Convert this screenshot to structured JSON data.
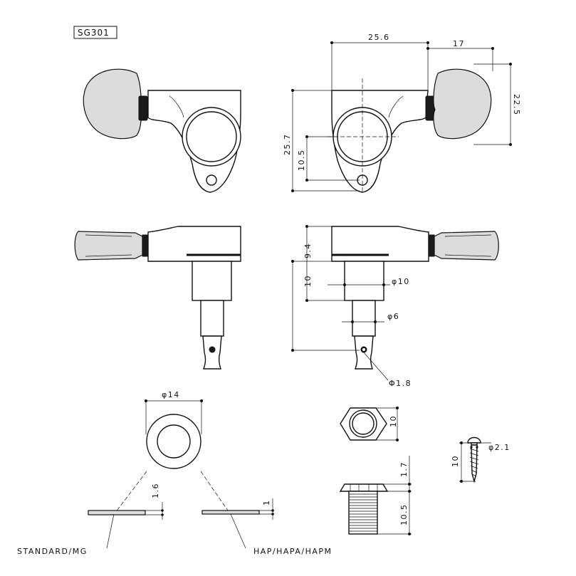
{
  "model": "SG301",
  "dimensions": {
    "width_top": "25.6",
    "button_width": "17",
    "button_height": "22.5",
    "body_height": "25.7",
    "post_center": "10.5",
    "housing_height": "9.4",
    "bushing_length": "10",
    "shaft_dia_large": "φ10",
    "shaft_dia_small": "φ6",
    "hole_dia": "Φ1.8",
    "washer_dia": "φ14",
    "washer_std_thickness": "1.6",
    "washer_hap_thickness": "1",
    "nut_size": "10",
    "bushing_flange": "1.7",
    "bushing_thread": "10.5",
    "screw_length": "10",
    "screw_dia": "φ2.1"
  },
  "labels": {
    "standard": "STANDARD/MG",
    "hap": "HAP/HAPA/HAPM"
  }
}
